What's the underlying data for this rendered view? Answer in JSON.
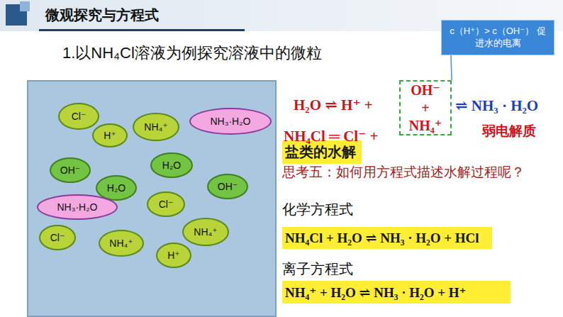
{
  "diagram": {
    "title": "微观探究与方程式",
    "nodes": [
      {
        "text": []
      },
      {
        "text": [
          "Cl⁻"
        ],
        "in": 0
      },
      {
        "text": [
          "NH₄⁺"
        ],
        "in": 0
      },
      {
        "text": [
          "NH₃·H₂O"
        ],
        "in": 0
      },
      {
        "text": [
          "H⁺"
        ],
        "in": 0
      },
      {
        "text": [
          "OH⁻"
        ],
        "in": 0
      },
      {
        "text": [
          "H₂O"
        ],
        "in": 0
      },
      {
        "text": [
          "H₂O"
        ],
        "in": 0
      },
      {
        "text": [
          "OH⁻"
        ],
        "in": 0
      },
      {
        "text": [
          "Cl⁻"
        ],
        "in": 0
      },
      {
        "text": [
          "NH₃·H₂O"
        ],
        "in": 0
      },
      {
        "text": [
          "NH₄⁺"
        ],
        "in": 0
      },
      {
        "text": [
          "Cl⁻"
        ],
        "in": 0
      },
      {
        "text": [
          "NH₄⁺"
        ],
        "in": 0
      },
      {
        "text": [
          "H⁺"
        ],
        "in": 0
      },
      {
        "text": [
          "c（H⁺）> c（OH⁻） 促进水的电离"
        ]
      },
      {
        "text": [
          "OH⁻",
          "+",
          "NH₄⁺"
        ]
      },
      {
        "text": [
          "盐类的水解"
        ]
      },
      {
        "text": [
          "NH₄Cl + H₂O ⇌ NH₃ · H₂O + HCl"
        ]
      },
      {
        "text": [
          "NH₄⁺ + H₂O ⇌ NH₃ · H₂O + H⁺"
        ]
      }
    ],
    "edges": [
      {
        "from": 15,
        "to": 16,
        "arrow": "none"
      }
    ],
    "labels": [
      "1.以NH₄Cl溶液为例探究溶液中的微粒",
      "H₂O ⇌ H⁺ +",
      "NH₄Cl ═ Cl⁻ +",
      "⇌ NH₃ · H₂O",
      "弱电解质",
      "思考五：如何用方程式描述水解过程呢？",
      "化学方程式",
      "离子方程式"
    ]
  }
}
